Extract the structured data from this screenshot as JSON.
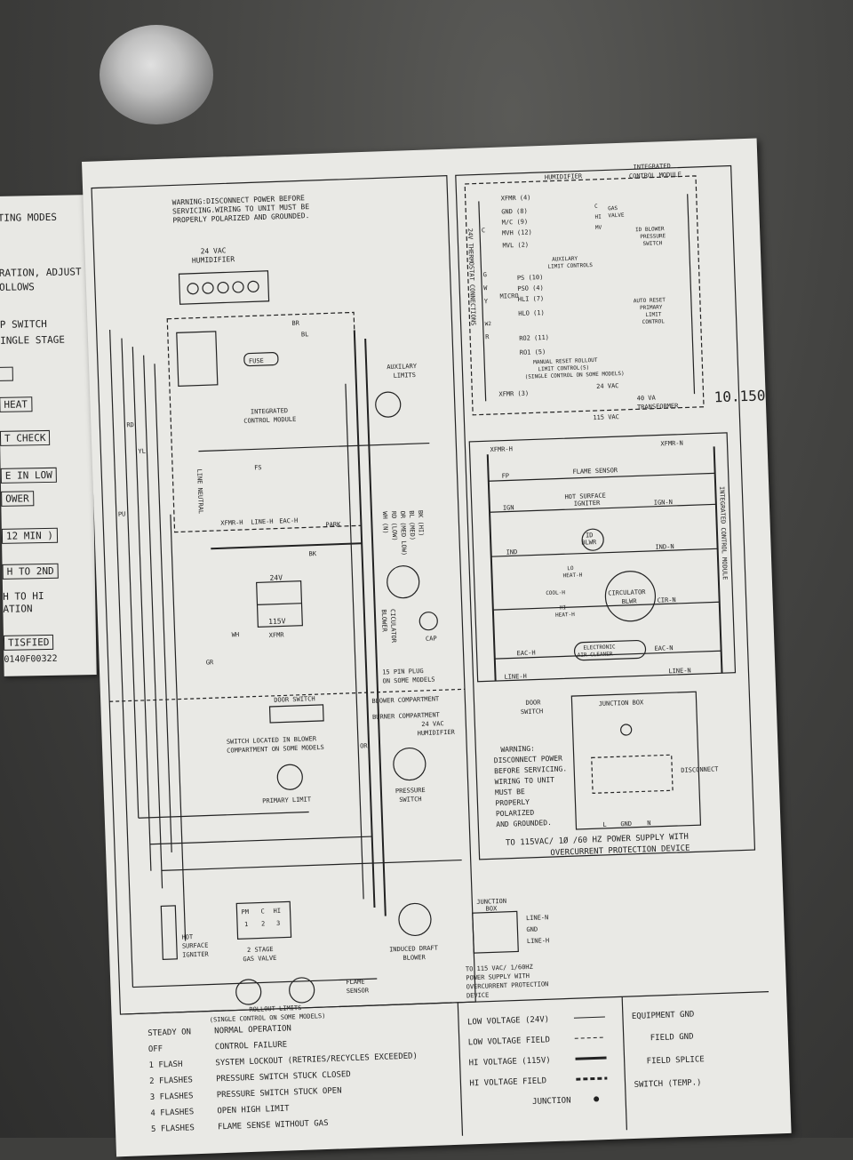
{
  "left_sheet": {
    "lines": [
      "TING MODES",
      "RATION, ADJUST",
      "OLLOWS",
      "P SWITCH",
      "INGLE STAGE"
    ],
    "boxes": [
      "HEAT",
      "T CHECK",
      "E IN LOW",
      "OWER",
      "12 MIN )",
      "H TO 2ND",
      "H TO HI",
      "ATION",
      "TISFIED"
    ],
    "part_number": "0140F00322"
  },
  "schematic": {
    "warning_top": [
      "WARNING:DISCONNECT POWER BEFORE",
      "SERVICING.WIRING TO UNIT MUST BE",
      "PROPERLY POLARIZED AND GROUNDED."
    ],
    "humidifier_top": [
      "24 VAC",
      "HUMIDIFIER"
    ],
    "fuse": "FUSE",
    "integrated_module": [
      "INTEGRATED",
      "CONTROL MODULE"
    ],
    "aux_limits": [
      "AUXILARY",
      "LIMITS"
    ],
    "terminals": [
      "FS",
      "PARK",
      "XFMR-H",
      "LINE-H",
      "EAC-H",
      "LINE NEUTRAL"
    ],
    "xfmr": [
      "24V",
      "115V",
      "XFMR"
    ],
    "blower": [
      "CICULATOR",
      "BLOWER",
      "CAP"
    ],
    "speed_leads": [
      "BK (HI)",
      "BL (MED)",
      "OR (MED LOW)",
      "RD (LOW)",
      "WH (N)"
    ],
    "plug_note": [
      "15 PIN PLUG",
      "ON SOME MODELS"
    ],
    "blower_compartment": "BLOWER COMPARTMENT",
    "burner_compartment": "BURNER COMPARTMENT",
    "door_switch": "DOOR SWITCH",
    "switch_note": [
      "SWITCH LOCATED IN BLOWER",
      "COMPARTMENT ON SOME MODELS"
    ],
    "primary_limit": "PRIMARY LIMIT",
    "humidifier_mid": [
      "24 VAC",
      "HUMIDIFIER"
    ],
    "pressure_switch": [
      "PRESSURE",
      "SWITCH"
    ],
    "gas_valve": [
      "PM",
      "C",
      "HI",
      "1",
      "2",
      "3",
      "2 STAGE",
      "GAS VALVE"
    ],
    "igniter": [
      "HOT",
      "SURFACE",
      "IGNITER"
    ],
    "junction_box": [
      "JUNCTION",
      "BOX"
    ],
    "line_labels": [
      "LINE-N",
      "GND",
      "LINE-H"
    ],
    "supply_note": [
      "TO 115 VAC/ 1/60HZ",
      "POWER SUPPLY WITH",
      "OVERCURRENT PROTECTION",
      "DEVICE"
    ],
    "induced_draft": [
      "INDUCED DRAFT",
      "BLOWER"
    ],
    "flame_sensor": [
      "FLAME",
      "SENSOR"
    ],
    "rollout": [
      "ROLLOUT LIMITS",
      "(SINGLE CONTROL ON SOME MODELS)"
    ],
    "wire_colors": [
      "BR",
      "BL",
      "RD",
      "YL",
      "PU",
      "BK",
      "WH",
      "OR",
      "GR"
    ]
  },
  "ladder": {
    "humidifier": "HUMIDIFIER",
    "module_title": [
      "INTEGRATED",
      "CONTROL MODULE"
    ],
    "thermostat": "24V THERMOSTAT CONNECTIONS",
    "pins": [
      "XFMR (4)",
      "GND (8)",
      "M/C (9)",
      "MVH (12)",
      "MVL (2)",
      "PS (10)",
      "PSO (4)",
      "HLI (7)",
      "HLO (1)",
      "RO2 (11)",
      "RO1 (5)",
      "XFMR (3)"
    ],
    "terminals": [
      "C",
      "G",
      "W",
      "Y",
      "R",
      "W2"
    ],
    "micro": "MICRO",
    "gas_valve": [
      "GAS",
      "VALVE",
      "C",
      "HI",
      "MV"
    ],
    "aux_limit": [
      "AUXILARY",
      "LIMIT CONTROLS"
    ],
    "blower_pressure": [
      "ID BLOWER",
      "PRESSURE",
      "SWITCH"
    ],
    "auto_reset": [
      "AUTO RESET",
      "PRIMARY",
      "LIMIT",
      "CONTROL"
    ],
    "manual_reset": [
      "MANUAL RESET ROLLOUT",
      "LIMIT CONTROL(S)",
      "(SINGLE CONTROL ON SOME MODELS)"
    ],
    "transformer": [
      "24 VAC",
      "40 VA",
      "TRANSFORMER",
      "115 VAC"
    ],
    "handwritten": "10.150",
    "rows": [
      "XFMR-H",
      "XFMR-N",
      "FLAME SENSOR",
      "FP",
      "HOT SURFACE",
      "IGNITER",
      "IGN",
      "IGN-N",
      "ID",
      "BLWR",
      "IND",
      "IND-N",
      "LO",
      "HEAT-H",
      "COOL-H",
      "HI",
      "HEAT-H",
      "CIRCULATOR",
      "BLWR",
      "CIR-N",
      "ELECTRONIC",
      "AIR CLEANER",
      "EAC-H",
      "EAC-N",
      "LINE-H",
      "LINE-N"
    ],
    "module_side": "INTEGRATED CONTROL MODULE",
    "junction_box": "JUNCTION BOX",
    "door_switch": [
      "DOOR",
      "SWITCH"
    ],
    "disconnect": "DISCONNECT",
    "warning": [
      "WARNING:",
      "DISCONNECT POWER",
      "BEFORE SERVICING.",
      "WIRING TO UNIT",
      "MUST BE",
      "PROPERLY",
      "POLARIZED",
      "AND GROUNDED."
    ],
    "lgn": [
      "L",
      "GND",
      "N"
    ],
    "power_supply": [
      "TO 115VAC/ 1Ø /60 HZ POWER SUPPLY WITH",
      "OVERCURRENT PROTECTION DEVICE"
    ]
  },
  "legend_codes": [
    {
      "code": "STEADY ON",
      "meaning": "NORMAL OPERATION"
    },
    {
      "code": "OFF",
      "meaning": "CONTROL FAILURE"
    },
    {
      "code": "1 FLASH",
      "meaning": "SYSTEM LOCKOUT (RETRIES/RECYCLES EXCEEDED)"
    },
    {
      "code": "2 FLASHES",
      "meaning": "PRESSURE SWITCH STUCK CLOSED"
    },
    {
      "code": "3 FLASHES",
      "meaning": "PRESSURE SWITCH STUCK OPEN"
    },
    {
      "code": "4 FLASHES",
      "meaning": "OPEN HIGH LIMIT"
    },
    {
      "code": "5 FLASHES",
      "meaning": "FLAME SENSE WITHOUT GAS"
    }
  ],
  "legend_wires": [
    "LOW VOLTAGE (24V)",
    "LOW VOLTAGE FIELD",
    "HI VOLTAGE (115V)",
    "HI VOLTAGE FIELD",
    "JUNCTION"
  ],
  "legend_symbols": [
    "EQUIPMENT GND",
    "FIELD GND",
    "FIELD SPLICE",
    "SWITCH (TEMP.)"
  ]
}
